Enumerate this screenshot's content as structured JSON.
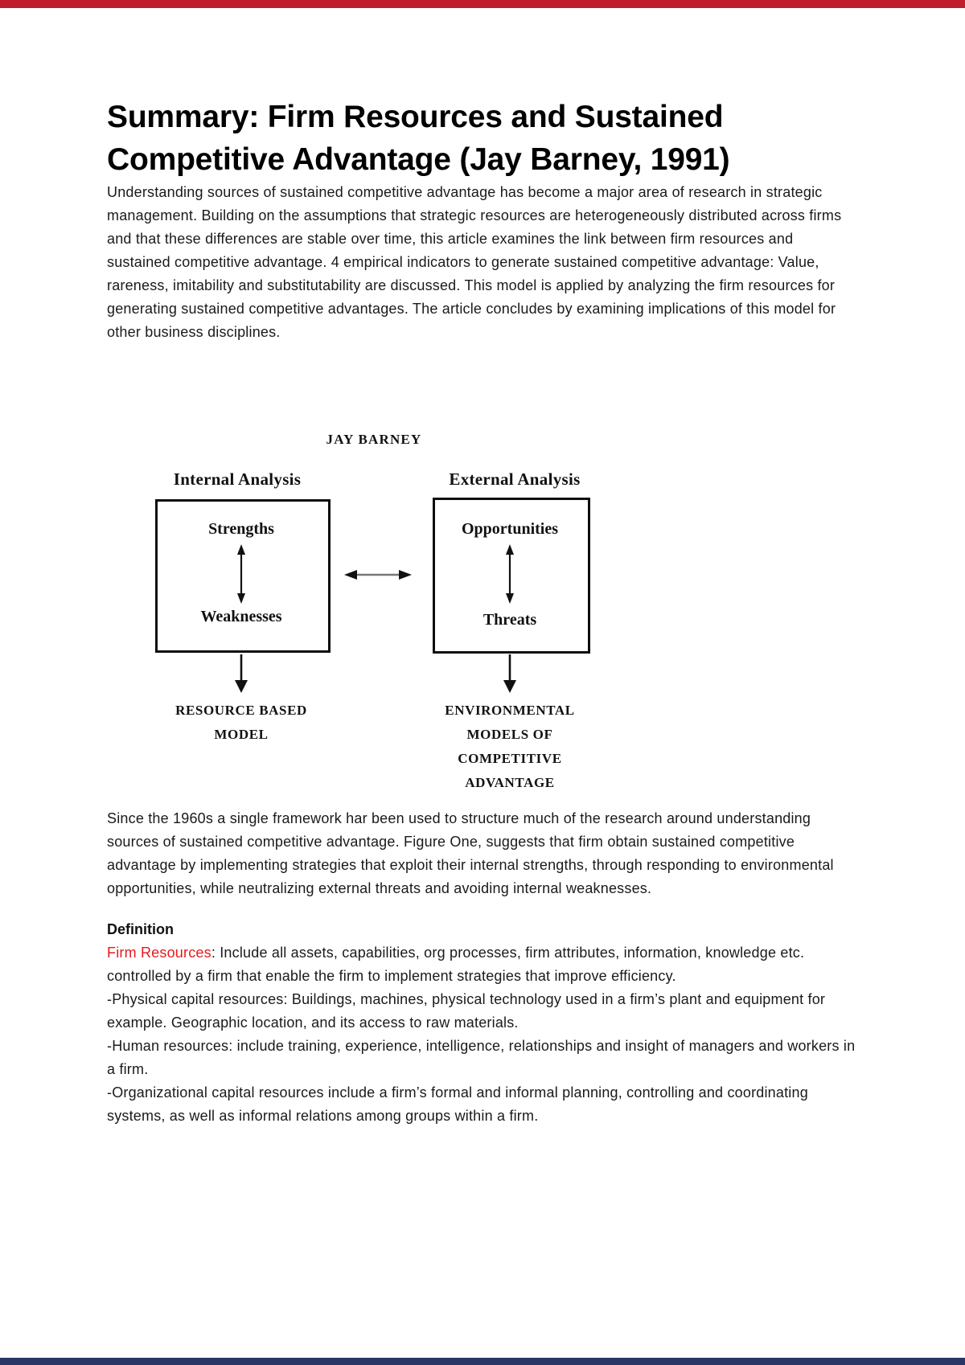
{
  "doc": {
    "title": "Summary: Firm Resources and Sustained Competitive Advantage (Jay Barney, 1991)",
    "intro": "Understanding sources of sustained competitive advantage has become a major area of research in strategic management. Building on the assumptions that strategic resources are heterogeneously distributed across firms and that these differences are stable over time, this article examines the link between firm resources and sustained competitive advantage. 4 empirical indicators to generate sustained competitive advantage: Value, rareness, imitability and substitutability are discussed. This model is applied by analyzing the firm resources for generating sustained competitive advantages. The article concludes by examining implications of this model for other business disciplines.",
    "figure": {
      "author": "JAY BARNEY",
      "internal": {
        "heading": "Internal Analysis",
        "top": "Strengths",
        "bottom": "Weaknesses",
        "result": [
          "RESOURCE BASED",
          "MODEL"
        ]
      },
      "external": {
        "heading": "External Analysis",
        "top": "Opportunities",
        "bottom": "Threats",
        "result": [
          "ENVIRONMENTAL",
          "MODELS OF",
          "COMPETITIVE",
          "ADVANTAGE"
        ]
      }
    },
    "para_framework": "Since the 1960s a single framework har been used to structure much of the research around understanding sources of sustained competitive advantage. Figure One, suggests that firm obtain sustained competitive advantage by implementing strategies that exploit their internal strengths, through responding to environmental opportunities, while neutralizing external threats and avoiding internal weaknesses.",
    "definition_heading": "Definition",
    "firm_resources": {
      "term": "Firm Resources",
      "definition": ": Include all assets, capabilities, org processes, firm attributes, information, knowledge etc. controlled by a firm that enable the firm to implement strategies that improve efficiency."
    },
    "resource_paragraphs": [
      "-Physical capital resources: Buildings, machines, physical technology used in a firm’s plant and equipment for example. Geographic location, and its access to raw materials.",
      "-Human resources: include training, experience, intelligence, relationships and insight of managers and workers in a firm.",
      "-Organizational capital resources include a firm’s formal and informal planning, controlling and coordinating systems, as well as informal relations among groups within a firm."
    ],
    "accent_colors": {
      "term_red": "#e81a1c",
      "top_bar": "#bf1e2e",
      "bottom_bar": "#2a3766"
    }
  }
}
